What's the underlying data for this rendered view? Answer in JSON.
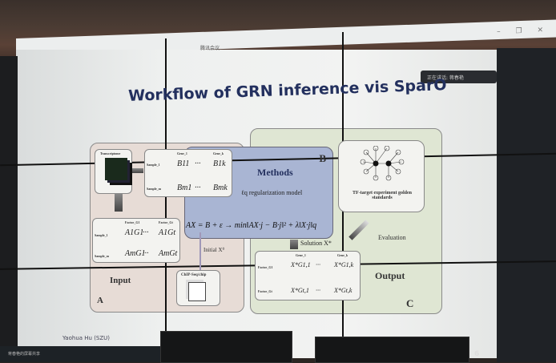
{
  "window": {
    "app_title": "腾讯会议",
    "controls": "– ❐ ✕",
    "speaking": "正在讲话: 蒋春艳"
  },
  "slide": {
    "title": "Workflow of GRN inference vis SparO",
    "footer": "Yaohua Hu (SZU)",
    "page": "6",
    "panelA": {
      "letter": "A",
      "label": "Input",
      "transcriptome": "Transcriptome",
      "chip": "ChIP-Seq/chip",
      "B_matrix": {
        "cols": [
          "Gene_1",
          "...",
          "Gene_k"
        ],
        "rows": [
          "Sample_1",
          "Sample_m"
        ],
        "cells": [
          "B11",
          "···",
          "B1k",
          "Bm1",
          "···",
          "Bmk"
        ]
      },
      "A_matrix": {
        "cols": [
          "Factor_G1",
          "...",
          "Factor_Gt"
        ],
        "rows": [
          "Sample_1",
          "Sample_m"
        ],
        "cells": [
          "A1G1",
          "···",
          "A1Gt",
          "AmG1",
          "···",
          "AmGt"
        ]
      },
      "initial": "Initial X⁰"
    },
    "panelB": {
      "letter": "B",
      "title": "Methods",
      "subtitle": "ℓq regularization model",
      "equation": "AX = B + ε → min‖AX·j − B·j‖² + λ‖X·j‖q"
    },
    "panelC": {
      "letter": "C",
      "label": "Output",
      "gold": "TF-target experiment golden standards",
      "evaluation": "Evaluation",
      "solution": "Solution X*",
      "X_matrix": {
        "cols": [
          "Gene_1",
          "...",
          "Gene_k"
        ],
        "rows": [
          "Factor_G1",
          "Factor_Gt"
        ],
        "cells": [
          "X*G1,1",
          "···",
          "X*G1,k",
          "X*Gt,1",
          "···",
          "X*Gt,k"
        ]
      }
    }
  },
  "taskbar": {
    "text": "蒋春艳的屏幕共享"
  }
}
